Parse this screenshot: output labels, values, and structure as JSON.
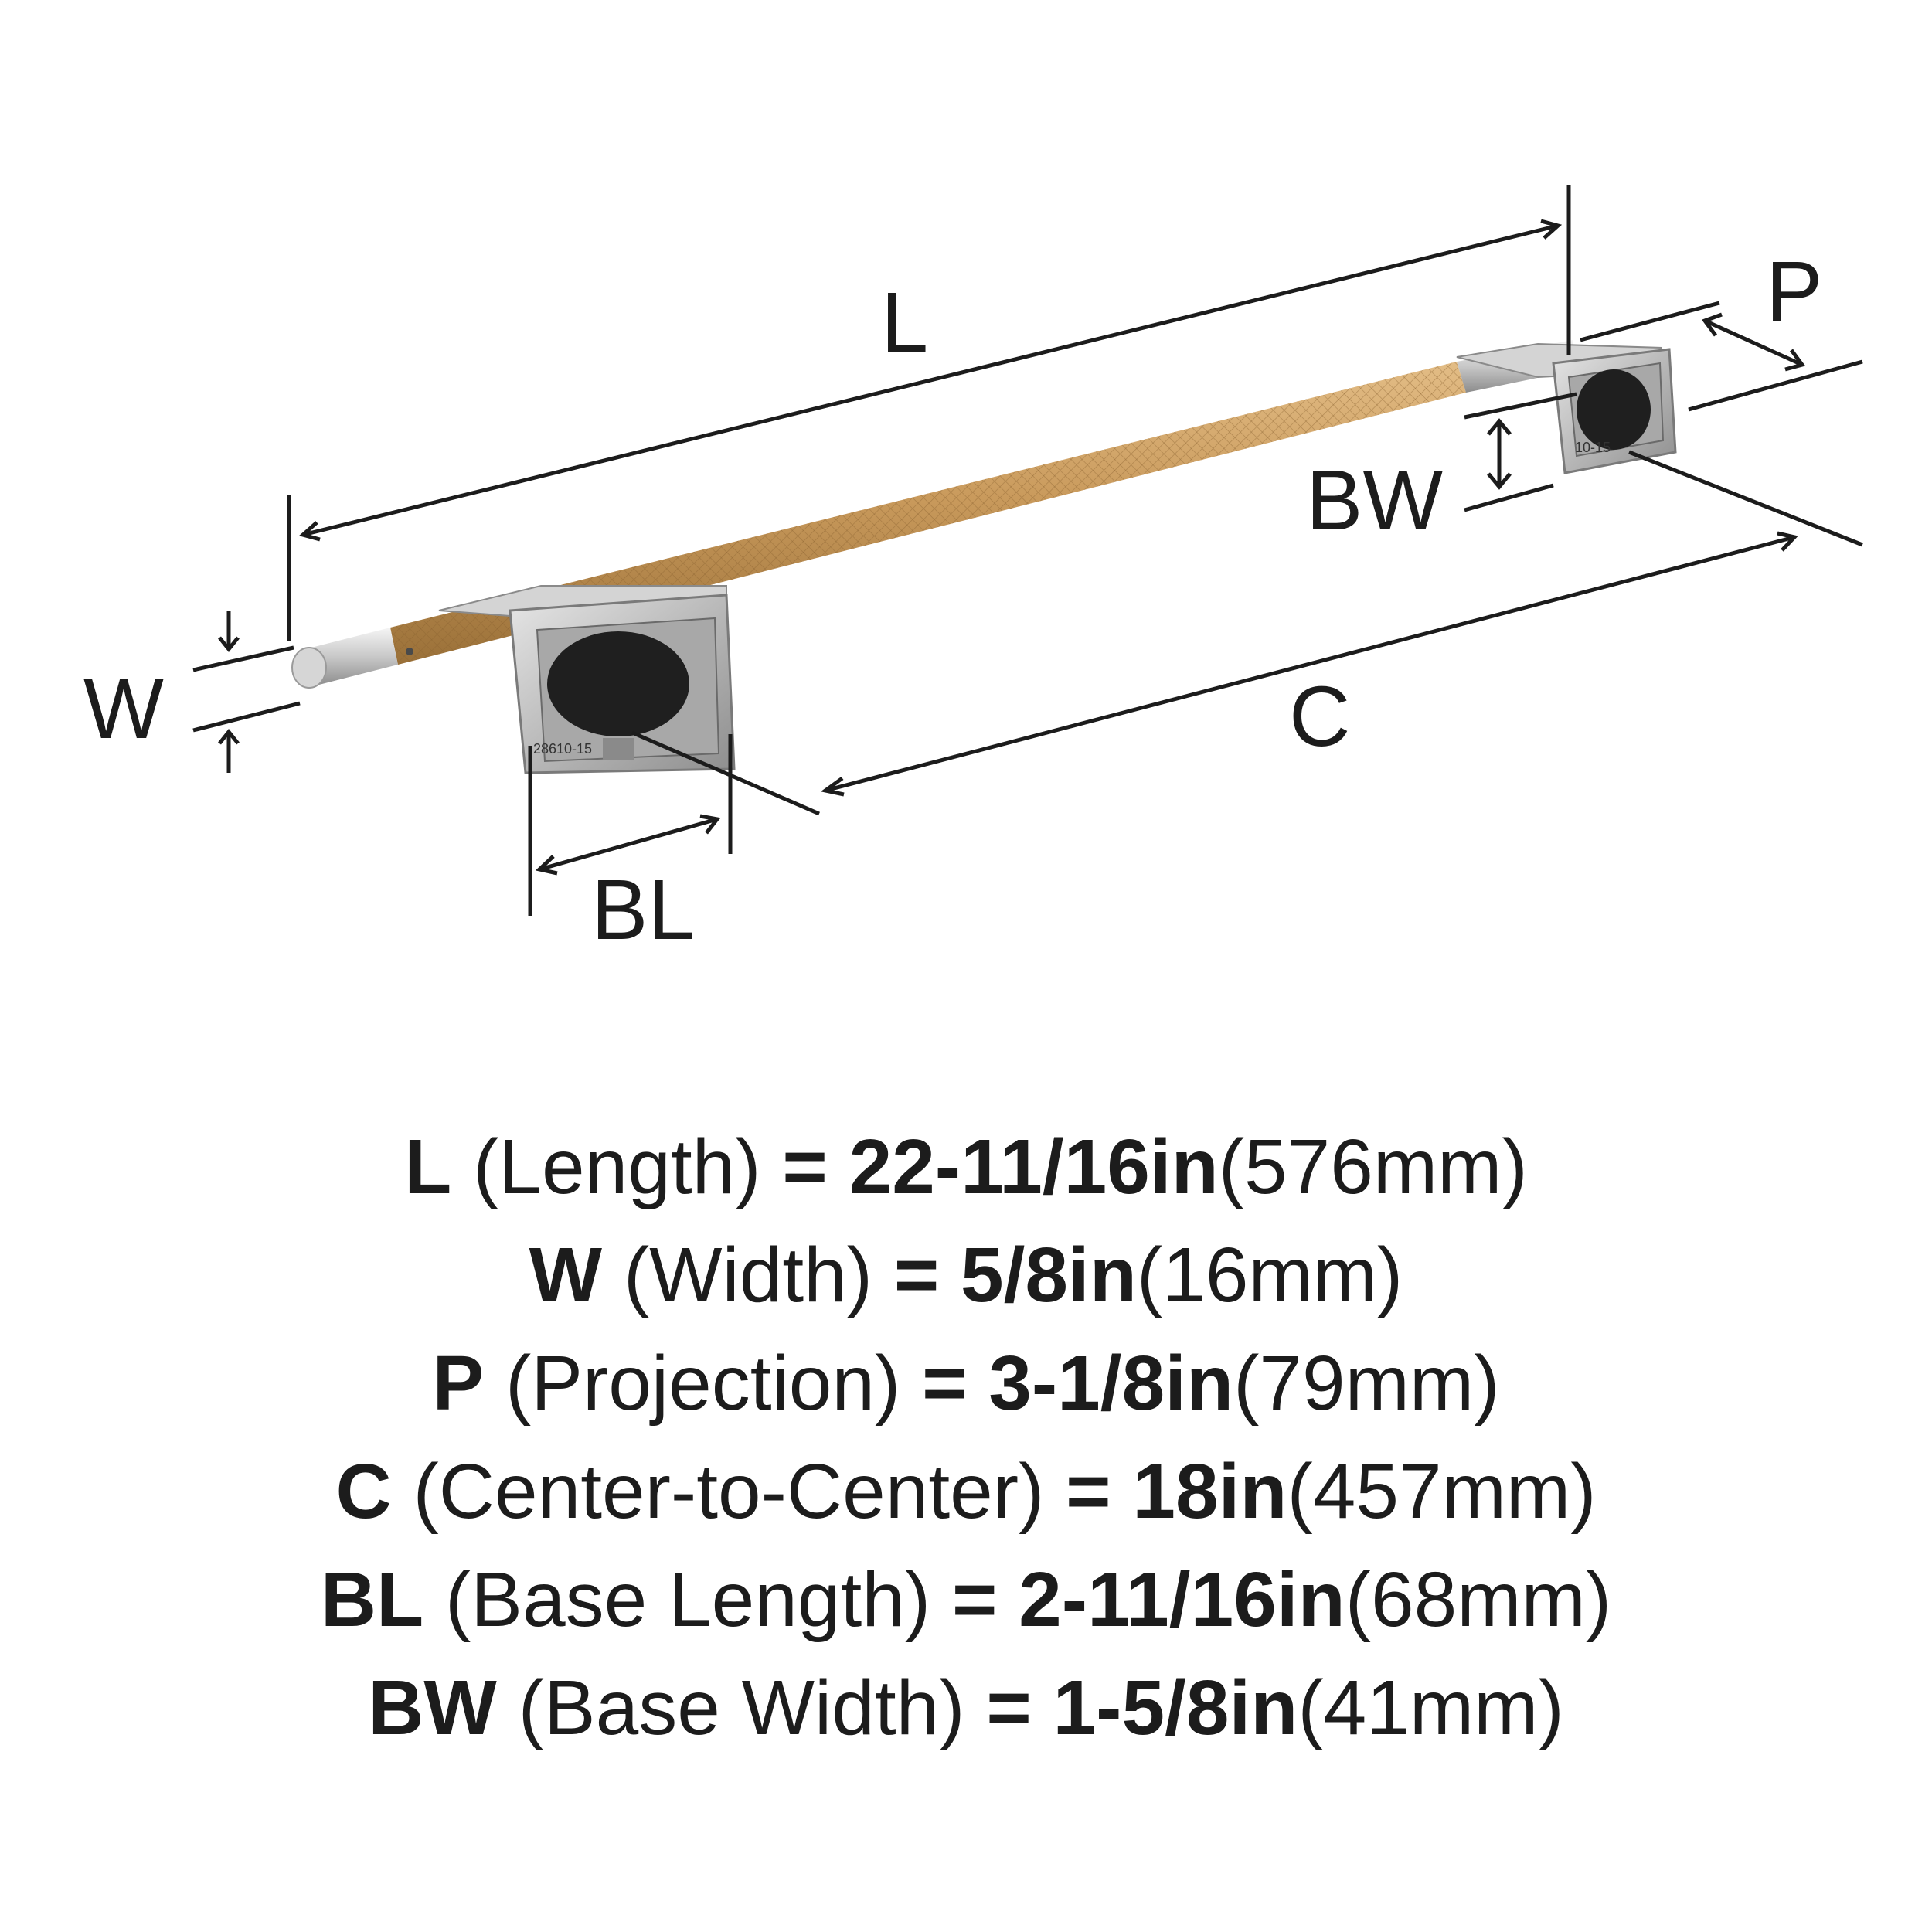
{
  "labels": {
    "L": "L",
    "W": "W",
    "P": "P",
    "C": "C",
    "BL": "BL",
    "BW": "BW"
  },
  "part_stamps": {
    "left": "28610-15",
    "right": "10-15"
  },
  "specs": [
    {
      "code": "L",
      "name": "(Length)",
      "eq": "=",
      "imperial": "22-11/16in",
      "metric": "(576mm)"
    },
    {
      "code": "W",
      "name": "(Width)",
      "eq": "=",
      "imperial": "5/8in",
      "metric": "(16mm)"
    },
    {
      "code": "P",
      "name": "(Projection)",
      "eq": "=",
      "imperial": "3-1/8in",
      "metric": "(79mm)"
    },
    {
      "code": "C",
      "name": "(Center-to-Center)",
      "eq": "=",
      "imperial": "18in",
      "metric": "(457mm)"
    },
    {
      "code": "BL",
      "name": "(Base Length)",
      "eq": "=",
      "imperial": "2-11/16in",
      "metric": "(68mm)"
    },
    {
      "code": "BW",
      "name": "(Base Width)",
      "eq": "=",
      "imperial": "1-5/8in",
      "metric": "(41mm)"
    }
  ],
  "colors": {
    "bar": "#c99a5c",
    "metal": "#bdbdbd",
    "line": "#1c1c1c"
  }
}
